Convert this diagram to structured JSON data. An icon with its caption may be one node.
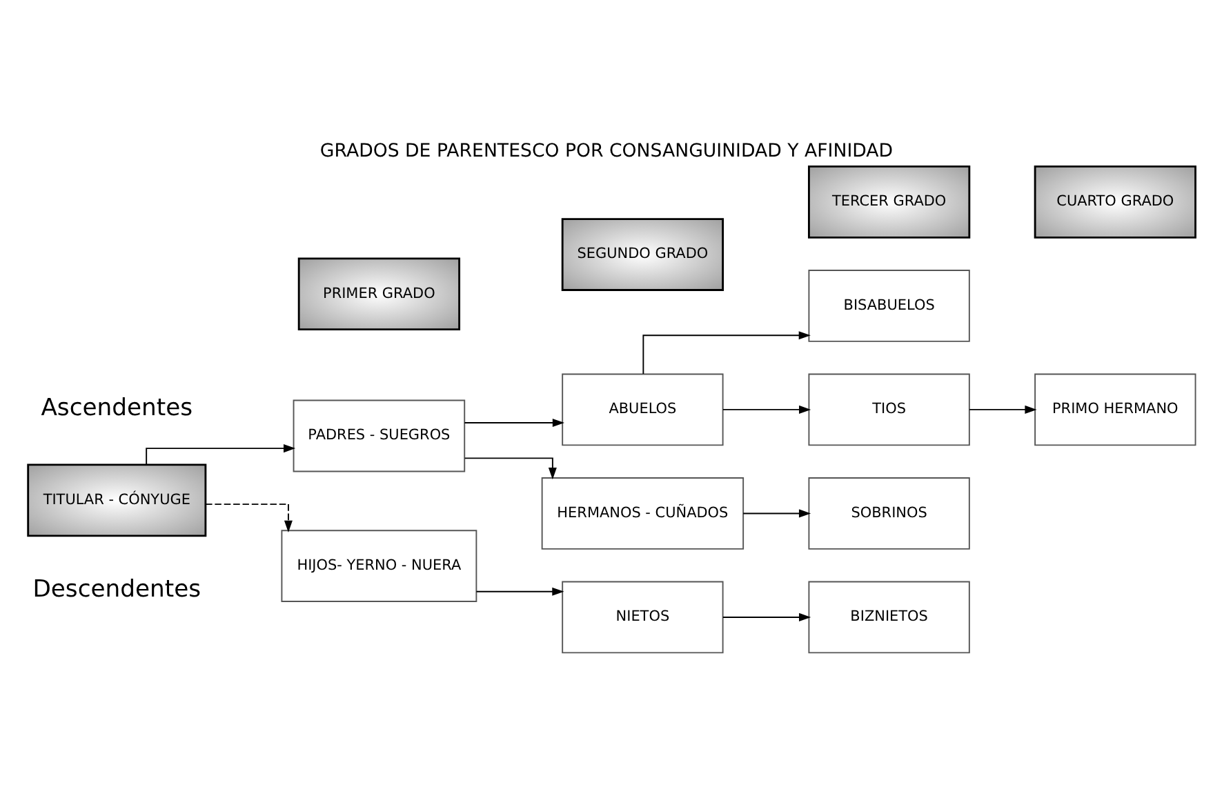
{
  "diagram": {
    "title": "GRADOS DE PARENTESCO POR CONSANGUINIDAD Y AFINIDAD",
    "nodes": [
      {
        "text": [
          "PRIMER GRADO"
        ]
      },
      {
        "text": [
          "SEGUNDO GRADO"
        ]
      },
      {
        "text": [
          "TERCER GRADO"
        ]
      },
      {
        "text": [
          "CUARTO GRADO"
        ]
      },
      {
        "text": [
          "BISABUELOS"
        ]
      },
      {
        "text": [
          "ABUELOS"
        ]
      },
      {
        "text": [
          "PADRES - SUEGROS"
        ]
      },
      {
        "text": [
          "TIOS"
        ]
      },
      {
        "text": [
          "TITULAR - CÓNYUGE"
        ]
      },
      {
        "text": [
          "HERMANOS - CUÑADOS"
        ]
      },
      {
        "text": [
          "PRIMO HERMANO"
        ]
      },
      {
        "text": [
          "HIJOS- YERNO - NUERA"
        ]
      },
      {
        "text": [
          "SOBRINOS"
        ]
      },
      {
        "text": [
          "NIETOS"
        ]
      },
      {
        "text": [
          "BIZNIETOS"
        ]
      }
    ],
    "edges": [
      {
        "from": 8,
        "to": 6,
        "arrow": "to"
      },
      {
        "from": 8,
        "to": 11,
        "arrow": "to",
        "style": "dashed"
      },
      {
        "from": 6,
        "to": 5,
        "arrow": "to"
      },
      {
        "from": 6,
        "to": 9,
        "arrow": "to"
      },
      {
        "from": 11,
        "to": 13,
        "arrow": "to"
      },
      {
        "from": 5,
        "to": 4,
        "arrow": "to"
      },
      {
        "from": 5,
        "to": 7,
        "arrow": "to"
      },
      {
        "from": 9,
        "to": 12,
        "arrow": "to"
      },
      {
        "from": 13,
        "to": 14,
        "arrow": "to"
      },
      {
        "from": 7,
        "to": 10,
        "arrow": "to"
      }
    ],
    "labels": [
      "Ascendentes",
      "Descendentes"
    ]
  }
}
